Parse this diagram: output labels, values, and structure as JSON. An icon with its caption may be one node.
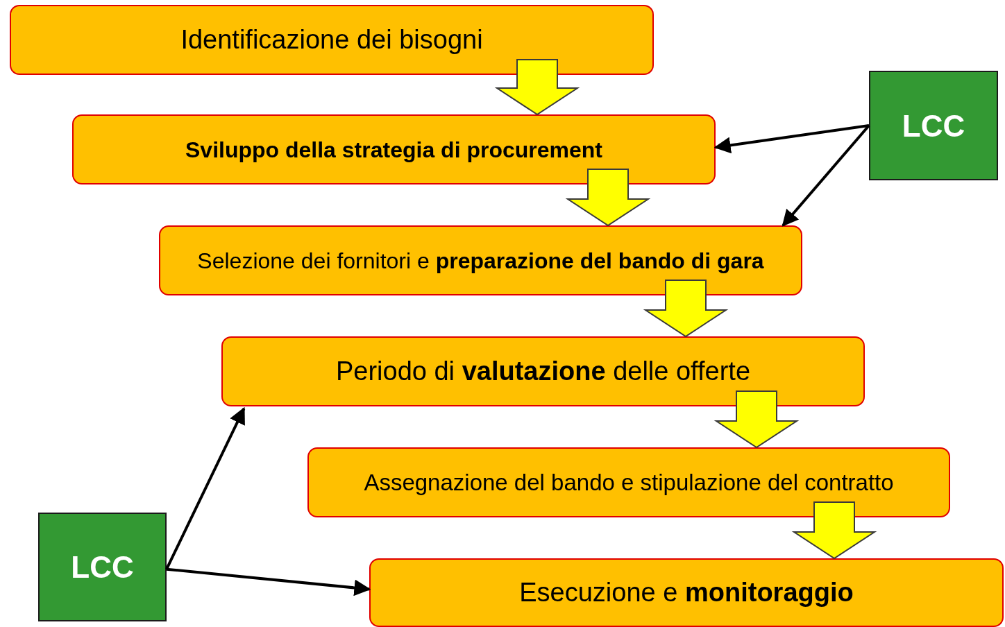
{
  "diagram": {
    "nodes": [
      {
        "text": [
          "Identificazione dei bisogni"
        ]
      },
      {
        "text": [
          "Sviluppo della strategia di procurement"
        ]
      },
      {
        "text": [
          "Selezione dei fornitori e **preparazione del bando di gara**"
        ]
      },
      {
        "text": [
          "Periodo di **valutazione** delle offerte"
        ]
      },
      {
        "text": [
          "Assegnazione del bando e stipulazione del contratto"
        ]
      },
      {
        "text": [
          "Esecuzione e **monitoraggio**"
        ]
      },
      {
        "text": [
          "LCC"
        ]
      },
      {
        "text": [
          "LCC"
        ]
      }
    ],
    "edges": [
      {
        "from": 0,
        "to": 1,
        "arrow": "to",
        "style": "thick"
      },
      {
        "from": 1,
        "to": 2,
        "arrow": "to",
        "style": "thick"
      },
      {
        "from": 2,
        "to": 3,
        "arrow": "to",
        "style": "thick"
      },
      {
        "from": 3,
        "to": 4,
        "arrow": "to",
        "style": "thick"
      },
      {
        "from": 4,
        "to": 5,
        "arrow": "to",
        "style": "thick"
      },
      {
        "from": 6,
        "to": 1,
        "arrow": "to",
        "color": "#000000"
      },
      {
        "from": 6,
        "to": 2,
        "arrow": "to",
        "color": "#000000"
      },
      {
        "from": 7,
        "to": 3,
        "arrow": "to",
        "color": "#000000"
      },
      {
        "from": 7,
        "to": 5,
        "arrow": "to",
        "color": "#000000"
      }
    ]
  }
}
